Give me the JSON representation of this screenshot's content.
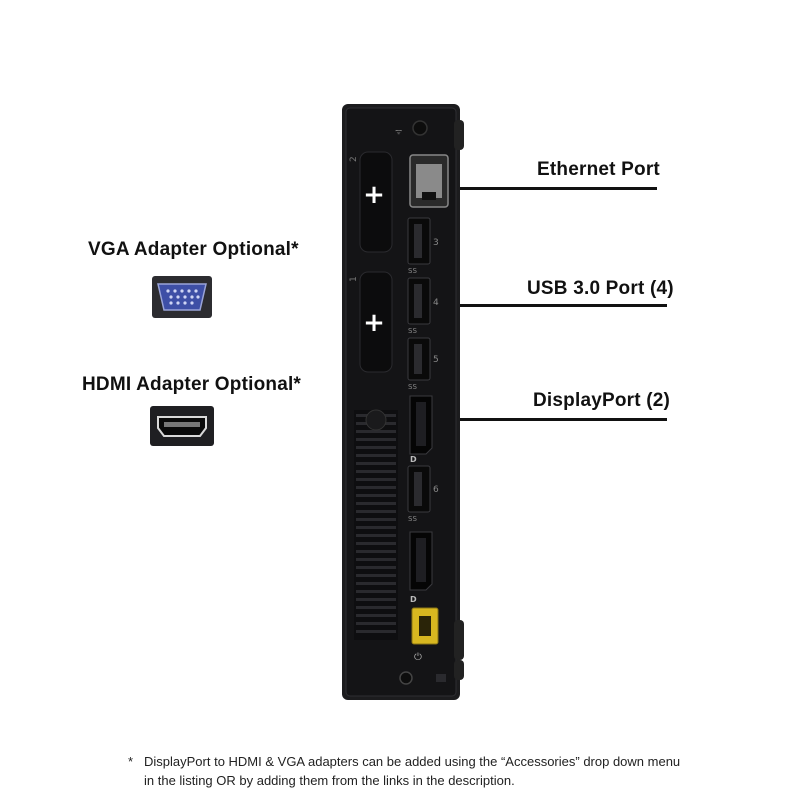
{
  "labels": {
    "ethernet": "Ethernet Port",
    "usb": "USB 3.0 Port (4)",
    "displayport": "DisplayPort (2)",
    "vga": "VGA Adapter Optional*",
    "hdmi": "HDMI Adapter Optional*"
  },
  "port_markings": {
    "slot_2": "2",
    "slot_1": "1",
    "usb_3": "3",
    "usb_4": "4",
    "usb_5": "5",
    "usb_6": "6",
    "ss": "SS",
    "dp": "D"
  },
  "footnote": {
    "star": "*",
    "text": "DisplayPort to HDMI & VGA adapters can be added using the “Accessories” drop down menu in the listing OR by adding them from the links in the description."
  },
  "colors": {
    "chassis": "#1c1c1e",
    "port_black": "#0b0b0b",
    "vga_blue": "#3e4fa6",
    "power_yellow": "#d8b720",
    "line": "#111111"
  }
}
